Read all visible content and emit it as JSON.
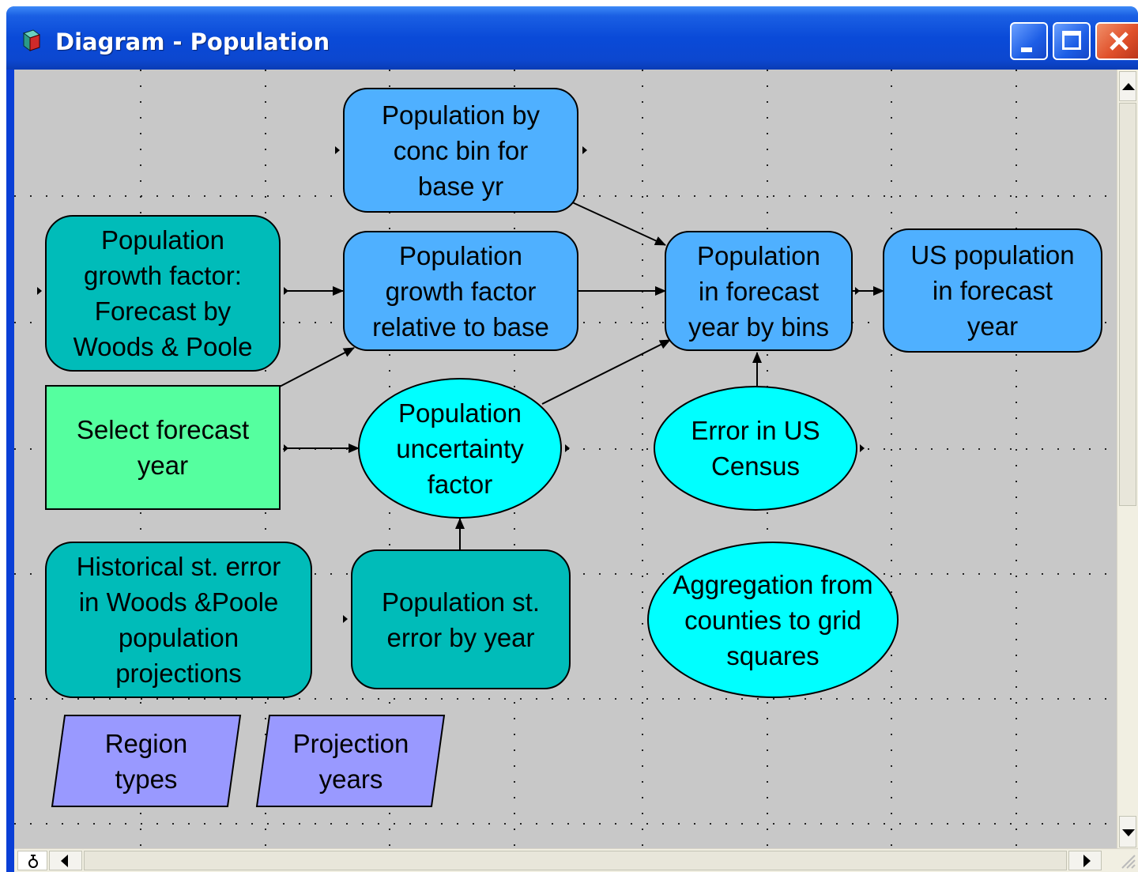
{
  "window": {
    "title": "Diagram - Population",
    "buttons": {
      "minimize": "minimize-button",
      "maximize": "maximize-button",
      "close": "close-button"
    }
  },
  "colors": {
    "module_teal": "#00bcb9",
    "variable_blue": "#4fb0ff",
    "chance_cyan": "#00ffff",
    "decision_green": "#55ff9f",
    "index_purple": "#9999ff",
    "canvas_gray": "#c8c8c8"
  },
  "nodes": {
    "pop_by_conc_bin": "Population by conc bin for base yr",
    "pop_growth_factor_forecast": "Population growth factor: Forecast by Woods & Poole",
    "pop_growth_relative": "Population growth factor relative to base",
    "pop_forecast_bins": "Population in forecast year by bins",
    "us_pop_forecast": "US population in forecast year",
    "select_forecast_year": "Select forecast year",
    "pop_uncertainty": "Population uncertainty factor",
    "error_us_census": "Error in US Census",
    "historical_st_error": "Historical st. error in Woods &Poole population projections",
    "pop_st_error": "Population st. error by year",
    "aggregation": "Aggregation from counties to grid squares",
    "region_types": "Region types",
    "projection_years": "Projection years"
  },
  "node_lines": {
    "pop_by_conc_bin": [
      "Population by",
      "conc bin for",
      "base yr"
    ],
    "pop_growth_factor_forecast": [
      "Population",
      "growth factor:",
      "Forecast by",
      "Woods & Poole"
    ],
    "pop_growth_relative": [
      "Population",
      "growth factor",
      "relative to base"
    ],
    "pop_forecast_bins": [
      "Population",
      "in forecast",
      "year by bins"
    ],
    "us_pop_forecast": [
      "US population",
      "in forecast",
      "year"
    ],
    "select_forecast_year": [
      "Select forecast",
      "year"
    ],
    "pop_uncertainty": [
      "Population",
      "uncertainty",
      "factor"
    ],
    "error_us_census": [
      "Error in US",
      "Census"
    ],
    "historical_st_error": [
      "Historical st. error",
      "in Woods &Poole",
      "population",
      "projections"
    ],
    "pop_st_error": [
      "Population st.",
      "error by year"
    ],
    "aggregation": [
      "Aggregation from",
      "counties to grid",
      "squares"
    ],
    "region_types": [
      "Region",
      "types"
    ],
    "projection_years": [
      "Projection",
      "years"
    ]
  }
}
